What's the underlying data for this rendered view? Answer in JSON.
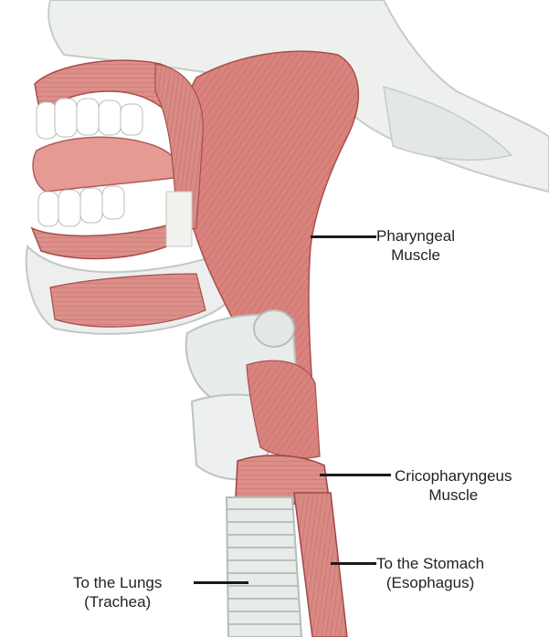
{
  "labels": {
    "pharyngeal": {
      "line1": "Pharyngeal",
      "line2": "Muscle"
    },
    "cricopharyngeus": {
      "line1": "Cricopharyngeus",
      "line2": "Muscle"
    },
    "stomach": {
      "line1": "To the Stomach",
      "line2": "(Esophagus)"
    },
    "lungs": {
      "line1": "To the Lungs",
      "line2": "(Trachea)"
    }
  },
  "colors": {
    "muscle": "#d9837e",
    "muscle_dark": "#b85a58",
    "muscle_light": "#eeb2ac",
    "bone": "#e9ecea",
    "bone_shadow": "#c9cfcc",
    "tooth": "#ffffff",
    "leader": "#1a1a1a"
  }
}
